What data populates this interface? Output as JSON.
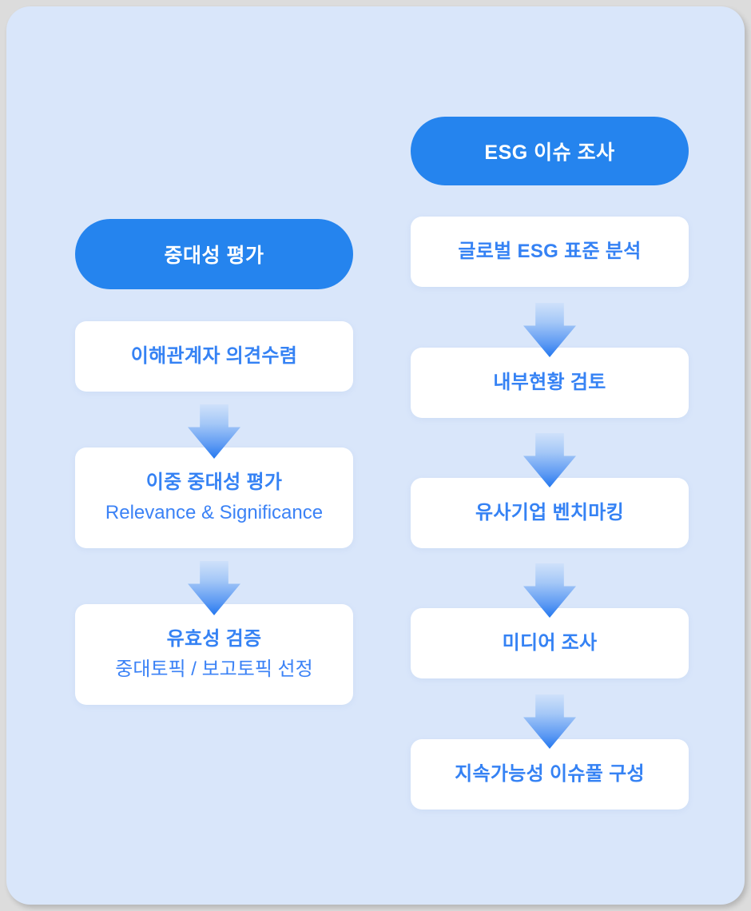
{
  "palette": {
    "page_bg": "#dcdcdc",
    "card_bg": "#d9e6fa",
    "pill_bg": "#2584ee",
    "box_bg": "#ffffff",
    "text_blue": "#3582f4",
    "arrow_gradient_top": "#cfe1fa",
    "arrow_gradient_bottom": "#2478f0"
  },
  "diagram": {
    "type": "flowchart",
    "columns": [
      {
        "id": "materiality-assessment",
        "pill": "중대성 평가",
        "steps": [
          {
            "title": "이해관계자 의견수렴",
            "subtitle": ""
          },
          {
            "title": "이중 중대성 평가",
            "subtitle": "Relevance & Significance"
          },
          {
            "title": "유효성 검증",
            "subtitle": "중대토픽 / 보고토픽 선정"
          }
        ]
      },
      {
        "id": "esg-issue-survey",
        "pill": "ESG 이슈 조사",
        "steps": [
          {
            "title": "글로벌 ESG 표준 분석",
            "subtitle": ""
          },
          {
            "title": "내부현황 검토",
            "subtitle": ""
          },
          {
            "title": "유사기업 벤치마킹",
            "subtitle": ""
          },
          {
            "title": "미디어 조사",
            "subtitle": ""
          },
          {
            "title": "지속가능성 이슈풀 구성",
            "subtitle": ""
          }
        ]
      }
    ]
  }
}
